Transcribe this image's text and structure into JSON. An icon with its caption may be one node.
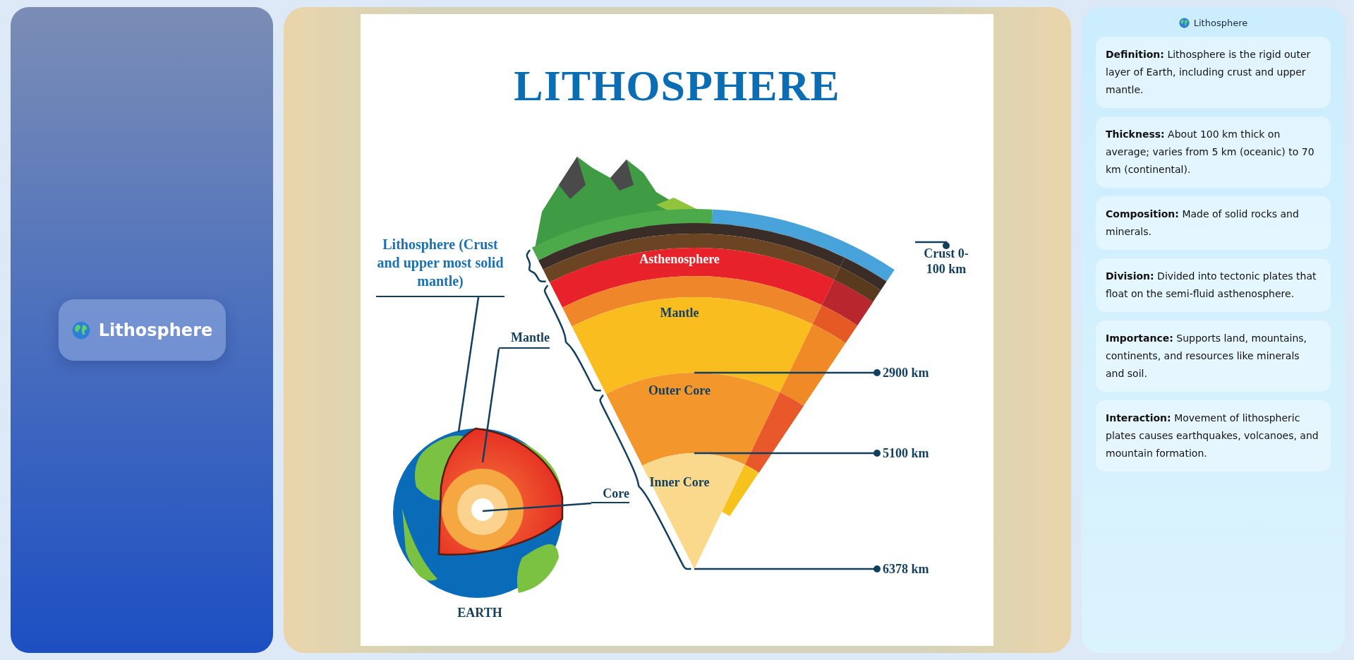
{
  "diagram": {
    "nodes": [
      {
        "text": [
          "Lithosphere"
        ]
      },
      {
        "text": [
          "LITHOSPHERE"
        ]
      },
      {
        "text": [
          "Lithosphere (Crust and upper most solid mantle)"
        ],
        "in": 1
      },
      {
        "text": [
          "Mantle"
        ],
        "in": 1
      },
      {
        "text": [
          "Core"
        ],
        "in": 1
      },
      {
        "text": [
          "Crust 0-100 km"
        ],
        "in": 1
      },
      {
        "text": [
          "2900 km"
        ],
        "in": 1
      },
      {
        "text": [
          "5100 km"
        ],
        "in": 1
      },
      {
        "text": [
          "6378 km"
        ],
        "in": 1
      },
      {
        "text": [
          "Asthenosphere"
        ],
        "in": 1
      },
      {
        "text": [
          "Mantle"
        ],
        "in": 1
      },
      {
        "text": [
          "Outer Core"
        ],
        "in": 1
      },
      {
        "text": [
          "Inner Core"
        ],
        "in": 1
      },
      {
        "text": [
          "Lithosphere"
        ]
      },
      {
        "text": [
          "**Definition:** Lithosphere is the rigid outer layer of Earth, including crust and upper mantle."
        ],
        "in": 13
      },
      {
        "text": [
          "**Thickness:** About 100 km thick on average; varies from 5 km (oceanic) to 70 km (continental)."
        ],
        "in": 13
      },
      {
        "text": [
          "**Composition:** Made of solid rocks and minerals."
        ],
        "in": 13
      },
      {
        "text": [
          "**Division:** Divided into tectonic plates that float on the semi-fluid asthenosphere."
        ],
        "in": 13
      },
      {
        "text": [
          "**Importance:** Supports land, mountains, continents, and resources like minerals and soil."
        ],
        "in": 13
      },
      {
        "text": [
          "**Interaction:** Movement of lithospheric plates causes earthquakes, volcanoes, and mountain formation."
        ],
        "in": 13
      }
    ],
    "edges": [
      {
        "from": 2,
        "to": null,
        "arrow": "none"
      },
      {
        "from": 3,
        "to": null,
        "arrow": "none"
      },
      {
        "from": 4,
        "to": null,
        "arrow": "none"
      },
      {
        "from": null,
        "to": 5,
        "arrow": "other"
      },
      {
        "from": 11,
        "to": 6,
        "arrow": "other"
      },
      {
        "from": 12,
        "to": 7,
        "arrow": "other"
      },
      {
        "from": 12,
        "to": 8,
        "arrow": "other"
      }
    ],
    "labels": [
      "EARTH"
    ]
  }
}
